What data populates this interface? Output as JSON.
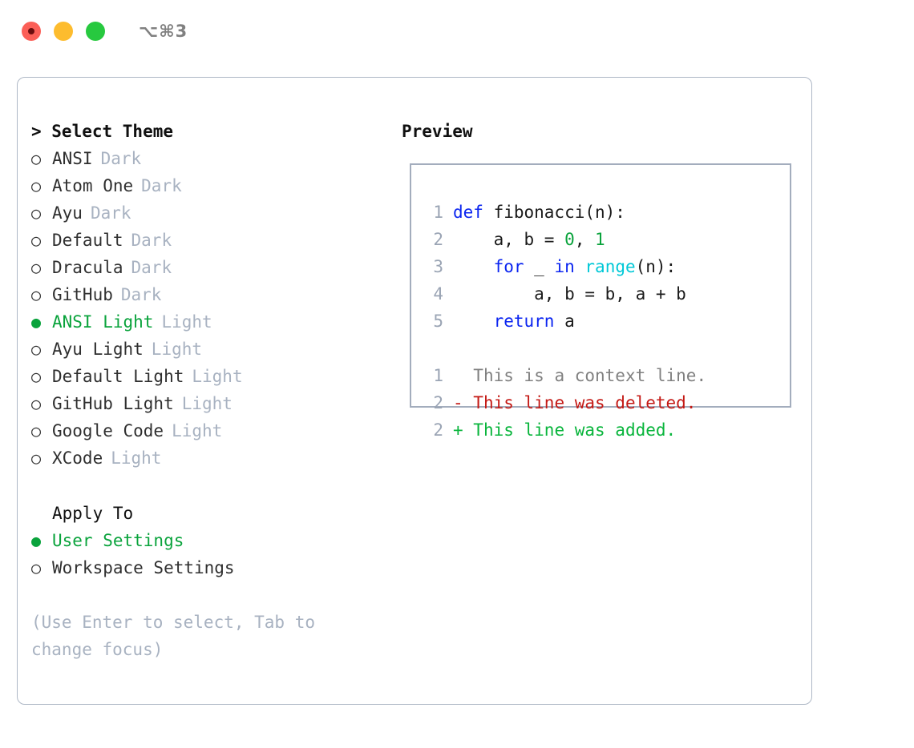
{
  "titlebar": {
    "shortcut": "⌥⌘3",
    "buttons": [
      {
        "name": "close",
        "color": "#fb5f57"
      },
      {
        "name": "minimize",
        "color": "#fdbc2e"
      },
      {
        "name": "zoom",
        "color": "#27c93f"
      }
    ]
  },
  "colors": {
    "accent_green": "#0aa33c",
    "muted": "#a8b2c1",
    "border": "#aeb8c6",
    "preview_border": "#a3adbd",
    "keyword_blue": "#0b25f0",
    "function_cyan": "#00c8d7",
    "number_green": "#0aa33c",
    "diff_delete_red": "#c41a16",
    "diff_add_green": "#09b53c",
    "context_gray": "#808080"
  },
  "theme_picker": {
    "header": "> Select Theme",
    "bullet_selected": "●",
    "bullet_unselected": "○",
    "items": [
      {
        "name": "ANSI",
        "mode": "Dark",
        "selected": false
      },
      {
        "name": "Atom One",
        "mode": "Dark",
        "selected": false
      },
      {
        "name": "Ayu",
        "mode": "Dark",
        "selected": false
      },
      {
        "name": "Default",
        "mode": "Dark",
        "selected": false
      },
      {
        "name": "Dracula",
        "mode": "Dark",
        "selected": false
      },
      {
        "name": "GitHub",
        "mode": "Dark",
        "selected": false
      },
      {
        "name": "ANSI Light",
        "mode": "Light",
        "selected": true
      },
      {
        "name": "Ayu Light",
        "mode": "Light",
        "selected": false
      },
      {
        "name": "Default Light",
        "mode": "Light",
        "selected": false
      },
      {
        "name": "GitHub Light",
        "mode": "Light",
        "selected": false
      },
      {
        "name": "Google Code",
        "mode": "Light",
        "selected": false
      },
      {
        "name": "XCode",
        "mode": "Light",
        "selected": false
      }
    ]
  },
  "apply_to": {
    "header": "Apply To",
    "options": [
      {
        "label": "User Settings",
        "selected": true
      },
      {
        "label": "Workspace Settings",
        "selected": false
      }
    ]
  },
  "help_text": "(Use Enter to select, Tab to change focus)",
  "preview": {
    "title": "Preview",
    "code_lines": [
      {
        "no": "1",
        "tokens": [
          {
            "t": "def ",
            "c": "kw"
          },
          {
            "t": "fibonacci(n):",
            "c": "plain"
          }
        ]
      },
      {
        "no": "2",
        "tokens": [
          {
            "t": "    a, b = ",
            "c": "plain"
          },
          {
            "t": "0",
            "c": "num"
          },
          {
            "t": ", ",
            "c": "plain"
          },
          {
            "t": "1",
            "c": "num"
          }
        ]
      },
      {
        "no": "3",
        "tokens": [
          {
            "t": "    ",
            "c": "plain"
          },
          {
            "t": "for",
            "c": "kw"
          },
          {
            "t": " _ ",
            "c": "plain"
          },
          {
            "t": "in",
            "c": "kw"
          },
          {
            "t": " ",
            "c": "plain"
          },
          {
            "t": "range",
            "c": "fn"
          },
          {
            "t": "(n):",
            "c": "plain"
          }
        ]
      },
      {
        "no": "4",
        "tokens": [
          {
            "t": "        a, b = b, a + b",
            "c": "plain"
          }
        ]
      },
      {
        "no": "5",
        "tokens": [
          {
            "t": "    ",
            "c": "plain"
          },
          {
            "t": "return",
            "c": "kw"
          },
          {
            "t": " a",
            "c": "plain"
          }
        ]
      }
    ],
    "diff_lines": [
      {
        "no": "1",
        "marker": " ",
        "text": " This is a context line.",
        "kind": "ctx"
      },
      {
        "no": "2",
        "marker": "-",
        "text": " This line was deleted.",
        "kind": "del"
      },
      {
        "no": "2",
        "marker": "+",
        "text": " This line was added.",
        "kind": "add"
      }
    ]
  }
}
